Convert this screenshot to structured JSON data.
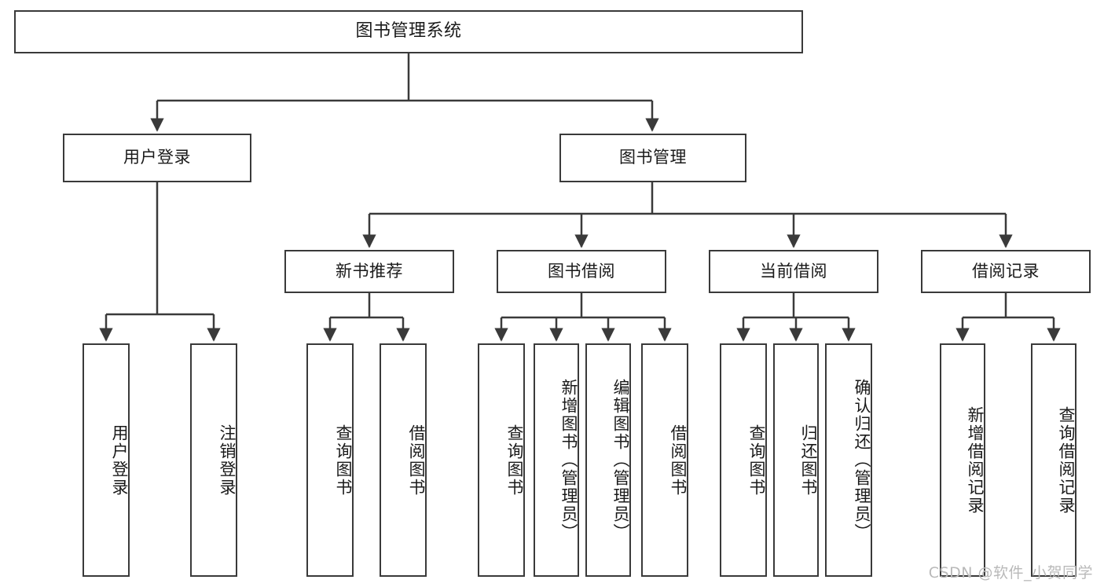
{
  "diagram": {
    "type": "tree-hierarchy-flowchart",
    "title": "图书管理系统",
    "stroke_color": "#3a3a3a",
    "background_color": "#ffffff",
    "text_color": "#1a1a1a",
    "root": {
      "label": "图书管理系统"
    },
    "level2": [
      {
        "label": "用户登录"
      },
      {
        "label": "图书管理"
      }
    ],
    "level3": [
      {
        "label": "新书推荐"
      },
      {
        "label": "图书借阅"
      },
      {
        "label": "当前借阅"
      },
      {
        "label": "借阅记录"
      }
    ],
    "leaves": [
      {
        "label": "用户登录",
        "parent": "用户登录"
      },
      {
        "label": "注销登录",
        "parent": "用户登录"
      },
      {
        "label": "查询图书",
        "parent": "新书推荐"
      },
      {
        "label": "借阅图书",
        "parent": "新书推荐"
      },
      {
        "label": "查询图书",
        "parent": "图书借阅"
      },
      {
        "label": "新增图书（管理员）",
        "parent": "图书借阅"
      },
      {
        "label": "编辑图书（管理员）",
        "parent": "图书借阅"
      },
      {
        "label": "借阅图书",
        "parent": "图书借阅"
      },
      {
        "label": "查询图书",
        "parent": "当前借阅"
      },
      {
        "label": "归还图书",
        "parent": "当前借阅"
      },
      {
        "label": "确认归还（管理员）",
        "parent": "当前借阅"
      },
      {
        "label": "新增借阅记录",
        "parent": "借阅记录"
      },
      {
        "label": "查询借阅记录",
        "parent": "借阅记录"
      }
    ],
    "watermark": "CSDN @软件_小贺同学"
  }
}
